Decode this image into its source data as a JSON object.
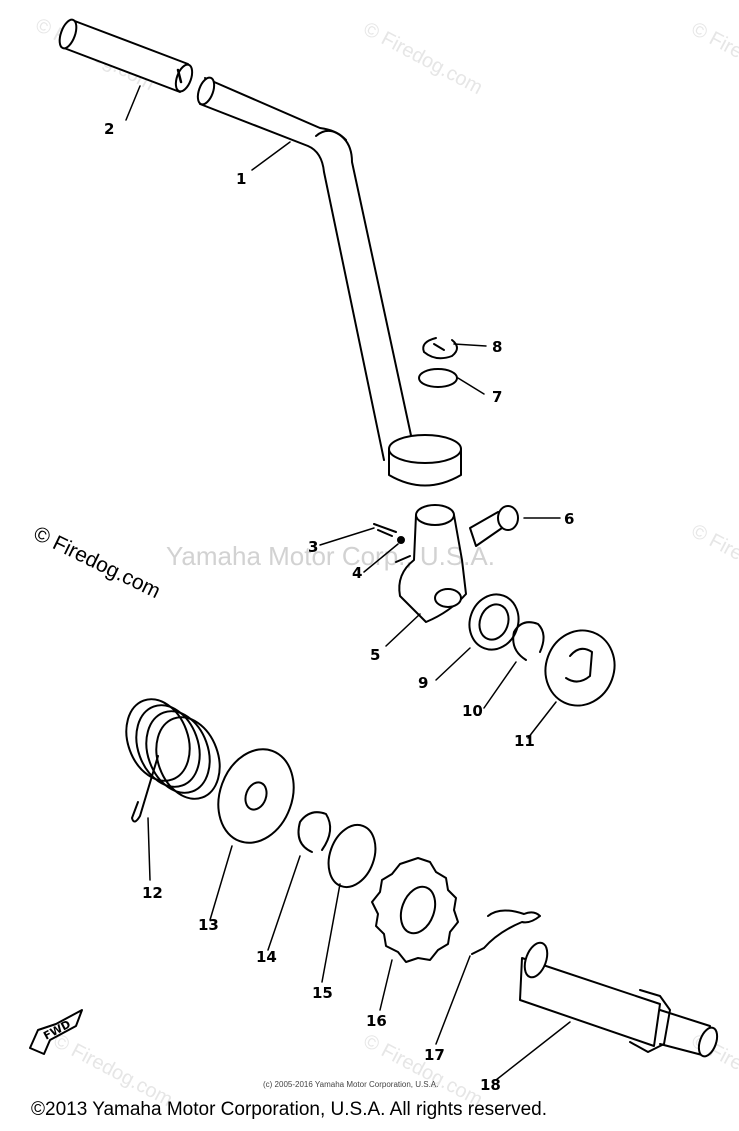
{
  "watermarks": {
    "firedog": "© Firedog.com",
    "center": "Yamaha Motor Corp., U.S.A."
  },
  "small_credit": "(c) 2005-2016 Yamaha Motor Corporation, U.S.A.",
  "footer": "©2013 Yamaha Motor Corporation, U.S.A. All rights reserved.",
  "fwd_label": "FWD",
  "callouts": [
    "1",
    "2",
    "3",
    "4",
    "5",
    "6",
    "7",
    "8",
    "9",
    "10",
    "11",
    "12",
    "13",
    "14",
    "15",
    "16",
    "17",
    "18"
  ]
}
